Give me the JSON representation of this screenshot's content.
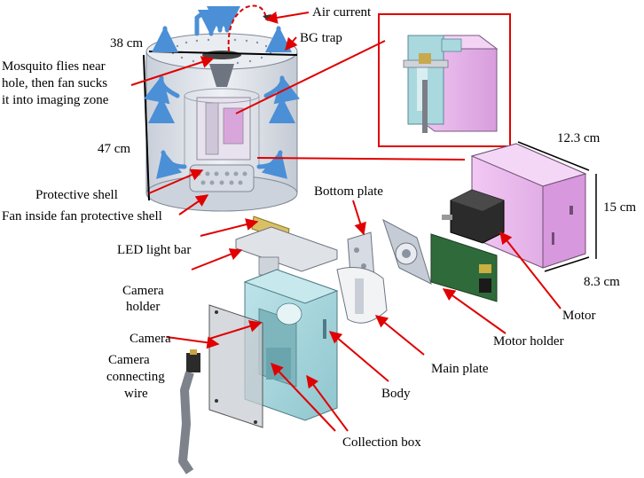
{
  "labels": {
    "air_current": "Air current",
    "bg_trap": "BG trap",
    "dim_38": "38 cm",
    "mosquito_line1": "Mosquito flies near",
    "mosquito_line2": "hole, then fan sucks",
    "mosquito_line3": "it into imaging zone",
    "dim_47": "47 cm",
    "protective_shell": "Protective  shell",
    "fan_inside": "Fan inside fan protective shell",
    "bottom_plate": "Bottom plate",
    "dim_12_3": "12.3 cm",
    "dim_15": "15 cm",
    "dim_8_3": "8.3 cm",
    "led_light_bar": "LED light bar",
    "camera_holder_line1": "Camera",
    "camera_holder_line2": "holder",
    "camera": "Camera",
    "camera_wire_line1": "Camera",
    "camera_wire_line2": "connecting",
    "camera_wire_line3": "wire",
    "motor": "Motor",
    "motor_holder": "Motor holder",
    "main_plate": "Main plate",
    "body": "Body",
    "collection_box": "Collection box"
  },
  "colors": {
    "arrow": "#e00000",
    "motor_housing": "#e9b6ec",
    "body": "#a9d8de",
    "trap_shell": "#d6dce6",
    "air_current": "#4b8fd6",
    "motor": "#222222",
    "pcb": "#2f6b3a"
  }
}
